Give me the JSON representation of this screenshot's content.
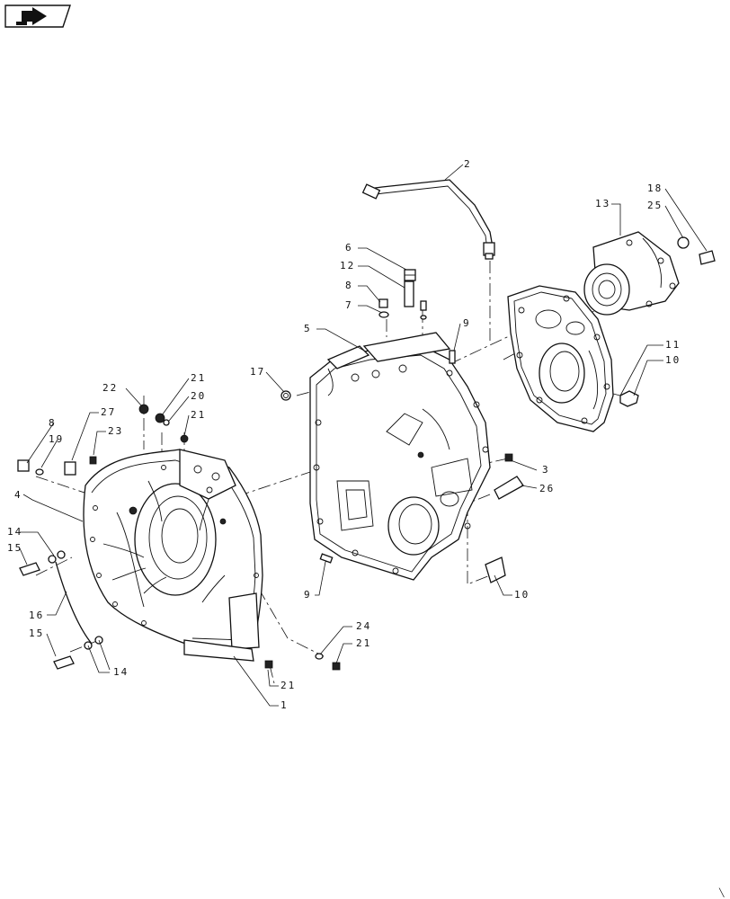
{
  "corner_glyph": "╲",
  "nav_icon": "next-page-arrow-icon",
  "callouts": [
    {
      "id": "lbl-2",
      "text": "2"
    },
    {
      "id": "lbl-13",
      "text": "13"
    },
    {
      "id": "lbl-18",
      "text": "18"
    },
    {
      "id": "lbl-25",
      "text": "25"
    },
    {
      "id": "lbl-6",
      "text": "6"
    },
    {
      "id": "lbl-12",
      "text": "12"
    },
    {
      "id": "lbl-8a",
      "text": "8"
    },
    {
      "id": "lbl-7",
      "text": "7"
    },
    {
      "id": "lbl-5",
      "text": "5"
    },
    {
      "id": "lbl-9a",
      "text": "9"
    },
    {
      "id": "lbl-11",
      "text": "11"
    },
    {
      "id": "lbl-10a",
      "text": "10"
    },
    {
      "id": "lbl-17",
      "text": "17"
    },
    {
      "id": "lbl-22",
      "text": "22"
    },
    {
      "id": "lbl-21a",
      "text": "21"
    },
    {
      "id": "lbl-20",
      "text": "20"
    },
    {
      "id": "lbl-21b",
      "text": "21"
    },
    {
      "id": "lbl-8b",
      "text": "8"
    },
    {
      "id": "lbl-27",
      "text": "27"
    },
    {
      "id": "lbl-23",
      "text": "23"
    },
    {
      "id": "lbl-19",
      "text": "19"
    },
    {
      "id": "lbl-4",
      "text": "4"
    },
    {
      "id": "lbl-3",
      "text": "3"
    },
    {
      "id": "lbl-26",
      "text": "26"
    },
    {
      "id": "lbl-14a",
      "text": "14"
    },
    {
      "id": "lbl-15a",
      "text": "15"
    },
    {
      "id": "lbl-16",
      "text": "16"
    },
    {
      "id": "lbl-9b",
      "text": "9"
    },
    {
      "id": "lbl-10b",
      "text": "10"
    },
    {
      "id": "lbl-15b",
      "text": "15"
    },
    {
      "id": "lbl-14b",
      "text": "14"
    },
    {
      "id": "lbl-24",
      "text": "24"
    },
    {
      "id": "lbl-21c",
      "text": "21"
    },
    {
      "id": "lbl-21d",
      "text": "21"
    },
    {
      "id": "lbl-1",
      "text": "1"
    }
  ]
}
